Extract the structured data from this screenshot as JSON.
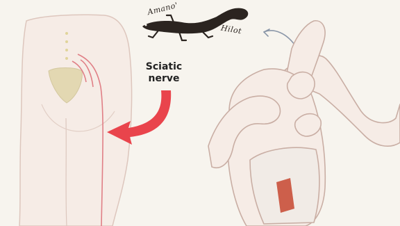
{
  "logo": {
    "line1": "Amano'",
    "line2": "Hilot"
  },
  "label": {
    "line1": "Sciatic",
    "line2": "nerve"
  },
  "colors": {
    "background": "#f7f4ee",
    "skin": "#f6ece6",
    "outline": "#c9aea4",
    "nerve": "#e07f86",
    "arrow": "#e9444c",
    "pelvis": "#e3d8b2",
    "muscle": "#c9503a",
    "logo": "#2b2420",
    "direction_arrow": "#8a96a8"
  },
  "icons": [
    "gecko-logo-icon",
    "curved-arrow-icon",
    "motion-arrow-icon"
  ]
}
